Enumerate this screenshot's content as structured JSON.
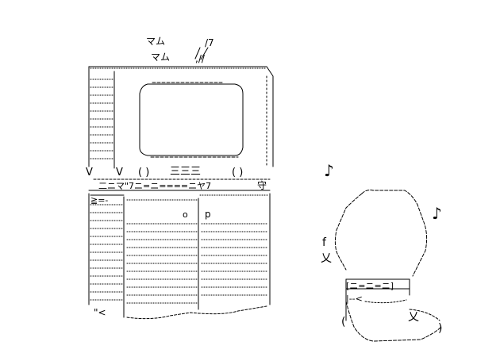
{
  "art": {
    "label_mamu_1": "マム",
    "label_mamu_2": "マム",
    "label_slash_7": "/7",
    "label_double_slash": ",//",
    "label_v_left": "V",
    "label_v_right": "V",
    "label_button_left": "( )",
    "label_button_right": "( )",
    "label_speaker_lines": "三三三",
    "label_mamuya_strip": "二ニマ\"7ニ=ニ====ニヤ7",
    "label_mamori": "守",
    "label_arrow_gt": "≧=-",
    "label_o": "o",
    "label_p": "p",
    "label_bottom_left": "\"<",
    "note_top": "♪",
    "note_right": "♪",
    "label_f": "f",
    "label_x_left": "乂",
    "label_x_lower": "乂",
    "label_box_row1": "[ニ=ニ=ニ]",
    "label_box_row2": "|--<",
    "label_paren_close": ")",
    "label_paren_open": "(",
    "colors": {
      "ink": "#000000",
      "background": "#ffffff"
    }
  }
}
